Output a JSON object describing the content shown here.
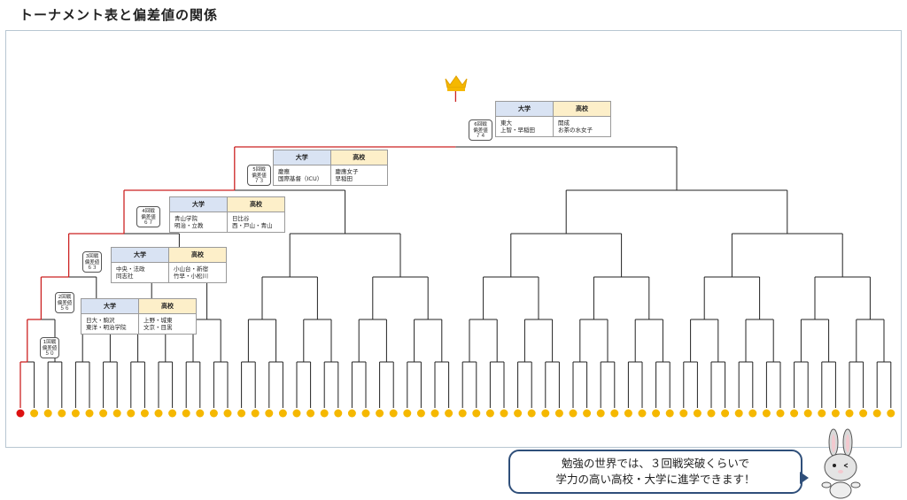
{
  "title": "トーナメント表と偏差値の関係",
  "header_labels": {
    "univ": "大学",
    "high": "高校"
  },
  "rounds": [
    {
      "bubble": "1回戦\n偏差値\n５０"
    },
    {
      "bubble": "2回戦\n偏差値\n５６",
      "univ": "日大・駒沢\n東洋・明治学院",
      "high": "上野・城東\n文京・目黒"
    },
    {
      "bubble": "3回戦\n偏差値\n６３",
      "univ": "中央・法政\n同志社",
      "high": "小山台・新宿\n竹早・小松川"
    },
    {
      "bubble": "4回戦\n偏差値\n６７",
      "univ": "青山学院\n明治・立教",
      "high": "日比谷\n西・戸山・青山"
    },
    {
      "bubble": "5回戦\n偏差値\n７３",
      "univ": "慶應\n国際基督（ICU）",
      "high": "慶應女子\n早稲田"
    },
    {
      "bubble": "6回戦\n偏差値\n７４",
      "univ": "東大\n上智・早稲田",
      "high": "開成\nお茶の水女子"
    }
  ],
  "speech": {
    "line1": "勉強の世界では、３回戦突破くらいで",
    "line2": "学力の高い高校・大学に進学できます！"
  },
  "colors": {
    "win_path": "#cc2222",
    "line": "#222222",
    "dot": "#f5b800",
    "start_dot": "#dd1111",
    "crown": "#f5b800"
  },
  "icons": {
    "crown": "crown-icon",
    "mascot": "rabbit-mascot-icon"
  }
}
